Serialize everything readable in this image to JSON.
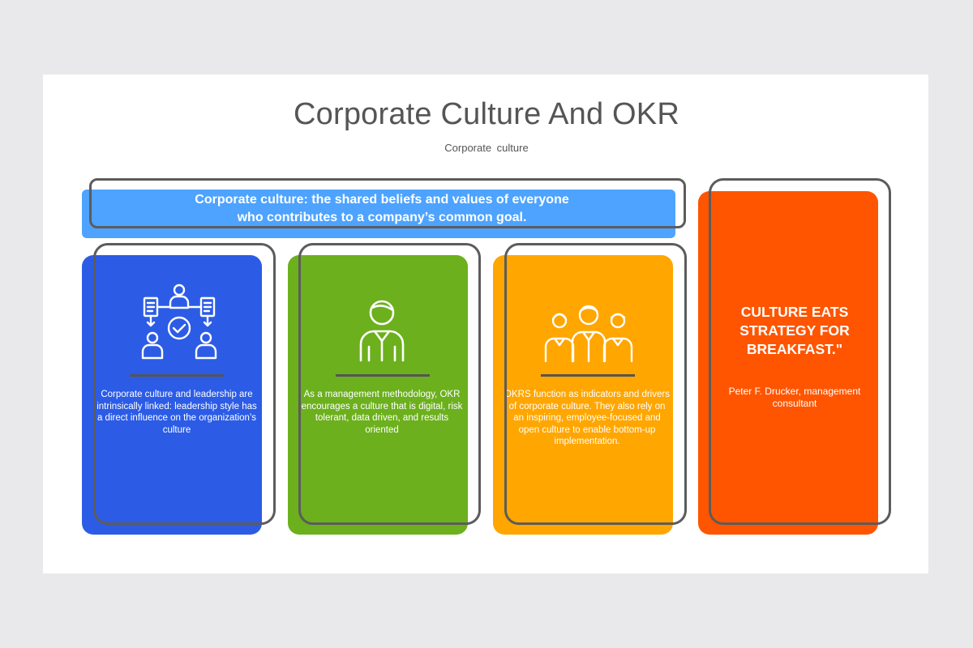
{
  "slide": {
    "title": "Corporate Culture And OKR",
    "subtitle": "Corporate  culture"
  },
  "banner": {
    "text_line1": "Corporate culture: the shared beliefs and values of everyone",
    "text_line2": "who contributes to a company’s common goal.",
    "color": "#4da3ff"
  },
  "cards": [
    {
      "color": "#2c5ce6",
      "icon": "team-hierarchy-check-icon",
      "text": "Corporate culture and leadership are intrinsically linked: leadership style has a direct influence on the organization’s culture"
    },
    {
      "color": "#6cb01d",
      "icon": "businessman-icon",
      "text": "As a management methodology, OKR encourages a culture that is digital, risk tolerant, data driven, and results oriented"
    },
    {
      "color": "#ffa600",
      "icon": "group-of-people-icon",
      "text": "OKRS function as indicators and drivers of corporate culture. They also rely on an inspiring, employee-focused and open culture to enable bottom-up implementation."
    }
  ],
  "quote_card": {
    "color": "#ff5500",
    "quote": "CULTURE EATS STRATEGY FOR BREAKFAST.\"",
    "author": "Peter F. Drucker, management consultant"
  }
}
